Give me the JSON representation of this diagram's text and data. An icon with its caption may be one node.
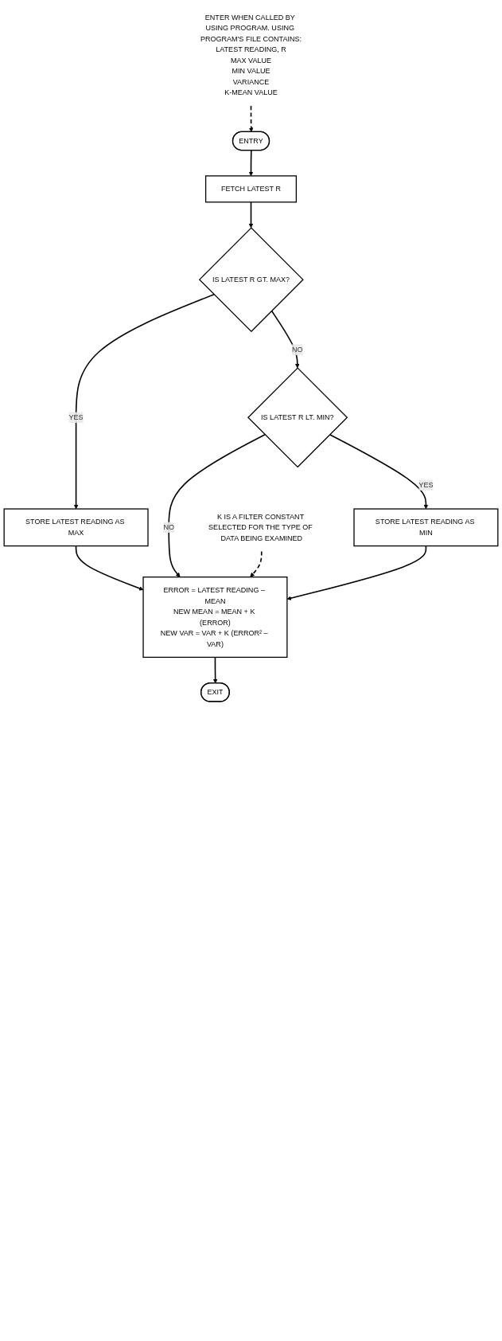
{
  "diagram": {
    "nodes": [
      {
        "text": [
          "ENTRY"
        ]
      },
      {
        "text": [
          "ENTER WHEN CALLED BY USING PROGRAM. USING PROGRAM'S FILE CONTAINS:",
          "LATEST READING, R",
          "MAX VALUE",
          "MIN VALUE",
          "VARIANCE",
          "K-MEAN VALUE"
        ]
      },
      {
        "text": [
          "FETCH LATEST R"
        ]
      },
      {
        "text": [
          "IS LATEST R GT. MAX?"
        ]
      },
      {
        "text": [
          "STORE LATEST READING AS MAX"
        ]
      },
      {
        "text": [
          "IS LATEST R LT. MIN?"
        ]
      },
      {
        "text": [
          "STORE LATEST READING AS MIN"
        ]
      },
      {
        "text": [
          "K IS A FILTER CONSTANT SELECTED FOR THE TYPE OF DATA BEING EXAMINED"
        ]
      },
      {
        "text": [
          "ERROR = LATEST READING – MEAN",
          "NEW MEAN = MEAN + K (ERROR)",
          "NEW VAR = VAR + K (ERROR² – VAR)"
        ]
      },
      {
        "text": [
          "EXIT"
        ]
      }
    ],
    "edges": [
      {
        "from": 0,
        "to": 2,
        "arrow": "to"
      },
      {
        "from": 1,
        "to": 0,
        "arrow": "to",
        "style": "dashed"
      },
      {
        "from": 2,
        "to": 3,
        "arrow": "to"
      },
      {
        "from": 3,
        "to": 4,
        "arrow": "to",
        "label": "YES"
      },
      {
        "from": 3,
        "to": 5,
        "arrow": "to",
        "label": "NO"
      },
      {
        "from": 5,
        "to": 8,
        "arrow": "to",
        "label": "NO"
      },
      {
        "from": 4,
        "to": 8,
        "arrow": "to"
      },
      {
        "from": 5,
        "to": 6,
        "arrow": "to",
        "label": "YES"
      },
      {
        "from": 6,
        "to": 8,
        "arrow": "to"
      },
      {
        "from": 7,
        "to": 8,
        "arrow": "to",
        "style": "dashed"
      },
      {
        "from": 8,
        "to": 9,
        "arrow": "to"
      }
    ]
  }
}
